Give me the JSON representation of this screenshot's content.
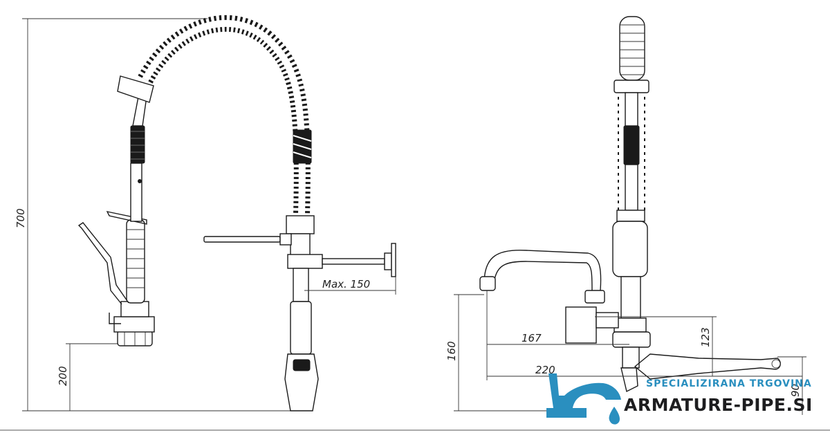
{
  "dimensions": {
    "total_height": "700",
    "base_height_left": "200",
    "max_reach": "Max. 150",
    "side_height": "160",
    "spout_reach": "167",
    "overall_width": "220",
    "wall_height": "123",
    "lever_height": "90"
  },
  "brand": {
    "tagline": "SPECIALIZIRANA TRGOVINA",
    "name": "ARMATURE-PIPE.SI",
    "color": "#2a8fbf",
    "dark_color": "#1d1d1f"
  },
  "icons": {
    "logo": "faucet-logo-icon",
    "drop": "water-drop-icon"
  }
}
